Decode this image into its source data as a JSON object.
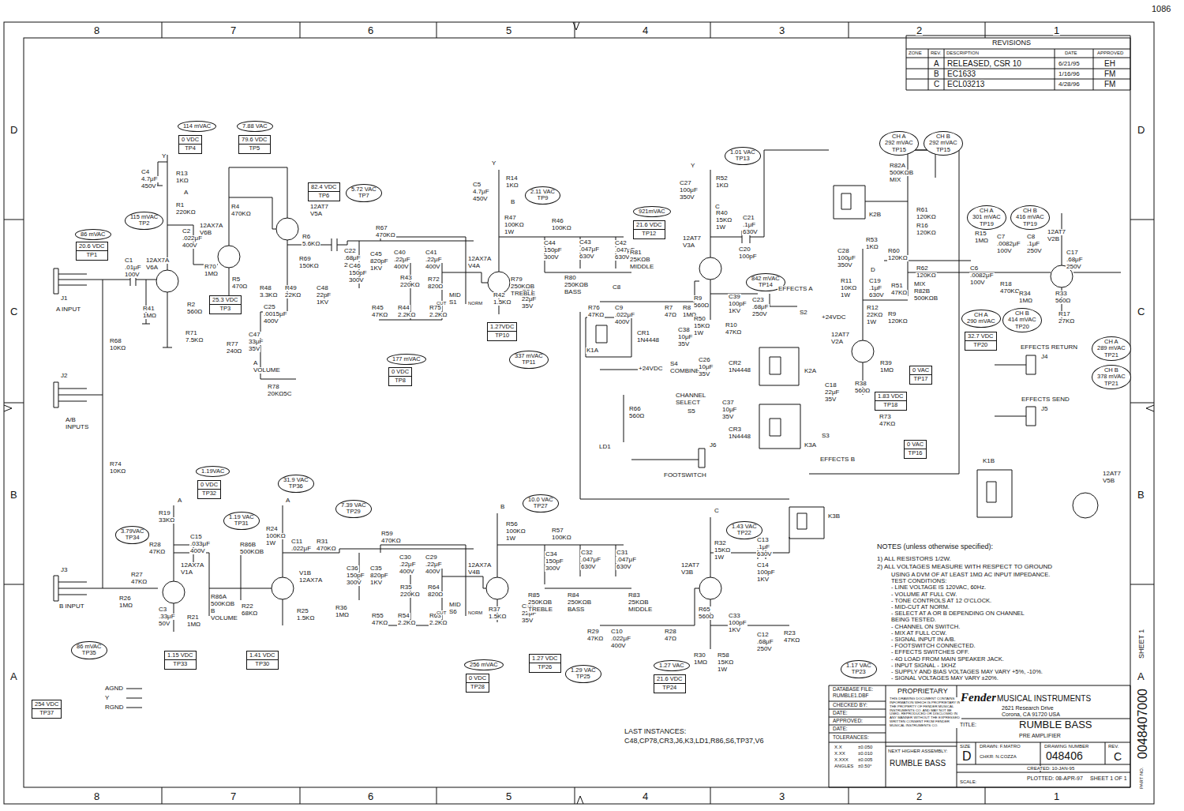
{
  "diagram": {
    "nodes": [
      {
        "text": [
          "114 mVAC"
        ]
      },
      {
        "text": [
          "0 VDC",
          "TP4"
        ]
      },
      {
        "text": [
          "7.88 VAC"
        ]
      },
      {
        "text": [
          "79.6 VDC",
          "TP5"
        ]
      },
      {
        "text": [
          "115 mVAC",
          "TP2"
        ]
      },
      {
        "text": [
          "86 mVAC"
        ]
      },
      {
        "text": [
          "20.6 VDC",
          "TP1"
        ]
      },
      {
        "text": [
          "82.4 VDC",
          "TP6"
        ]
      },
      {
        "text": [
          "5.72 VAC",
          "TP7"
        ]
      },
      {
        "text": [
          "25.3 VDC",
          "TP3"
        ]
      },
      {
        "text": [
          "177 mVAC"
        ]
      },
      {
        "text": [
          "0 VDC",
          "TP8"
        ]
      },
      {
        "text": [
          "2.11 VAC",
          "TP9"
        ]
      },
      {
        "text": [
          "1.27VDC",
          "TP10"
        ]
      },
      {
        "text": [
          "337 mVAC",
          "TP11"
        ]
      },
      {
        "text": [
          "921mVAC"
        ]
      },
      {
        "text": [
          "21.6 VDC",
          "TP12"
        ]
      },
      {
        "text": [
          "1.01 VAC",
          "TP13"
        ]
      },
      {
        "text": [
          "842 mVAC",
          "TP14"
        ]
      },
      {
        "text": [
          "CH A",
          "292 mVAC",
          "TP15"
        ]
      },
      {
        "text": [
          "CH B",
          "292 mVAC",
          "TP15"
        ]
      },
      {
        "text": [
          "CH A",
          "301 mVAC",
          "TP19"
        ]
      },
      {
        "text": [
          "CH B",
          "416 mVAC",
          "TP19"
        ]
      },
      {
        "text": [
          "CH A",
          "290 mVAC"
        ]
      },
      {
        "text": [
          "CH B",
          "414 mVAC",
          "TP20"
        ]
      },
      {
        "text": [
          "32.7 VDC",
          "TP20"
        ]
      },
      {
        "text": [
          "CH A",
          "289 mVAC",
          "TP21"
        ]
      },
      {
        "text": [
          "CH B",
          "378 mVAC",
          "TP21"
        ]
      },
      {
        "text": [
          "0 VAC",
          "TP17"
        ]
      },
      {
        "text": [
          "1.83 VDC",
          "TP18"
        ]
      },
      {
        "text": [
          "0 VAC",
          "TP16"
        ]
      },
      {
        "text": [
          "1.19VAC"
        ]
      },
      {
        "text": [
          "0 VDC",
          "TP32"
        ]
      },
      {
        "text": [
          "1.19 VAC",
          "TP31"
        ]
      },
      {
        "text": [
          "31.9 VAC",
          "TP36"
        ]
      },
      {
        "text": [
          "3.79VAC",
          "TP34"
        ]
      },
      {
        "text": [
          "7.39 VAC",
          "TP29"
        ]
      },
      {
        "text": [
          "10.0 VAC",
          "TP27"
        ]
      },
      {
        "text": [
          "1.43 VAC",
          "TP22"
        ]
      },
      {
        "text": [
          "86 mVAC",
          "TP35"
        ]
      },
      {
        "text": [
          "1.15 VDC",
          "TP33"
        ]
      },
      {
        "text": [
          "1.41 VDC",
          "TP30"
        ]
      },
      {
        "text": [
          "1.27 VDC",
          "TP26"
        ]
      },
      {
        "text": [
          "256 mVAC"
        ]
      },
      {
        "text": [
          "0 VDC",
          "TP28"
        ]
      },
      {
        "text": [
          "1.29 VAC",
          "TP25"
        ]
      },
      {
        "text": [
          "1.27 VAC"
        ]
      },
      {
        "text": [
          "21.6 VDC",
          "TP24"
        ]
      },
      {
        "text": [
          "1.17 VAC",
          "TP23"
        ]
      },
      {
        "text": [
          "254 VDC",
          "TP37"
        ]
      }
    ],
    "labels": [
      "1086",
      "8",
      "7",
      "6",
      "5",
      "4",
      "3",
      "2",
      "1",
      "8",
      "7",
      "6",
      "5",
      "4",
      "3",
      "2",
      "1",
      "D",
      "C",
      "B",
      "A",
      "D",
      "C",
      "B",
      "A",
      "REVISIONS",
      "ZONE",
      "REV.",
      "DESCRIPTION",
      "DATE",
      "APPROVED",
      "A",
      "RELEASED, CSR 10",
      "6/21/95",
      "EH",
      "B",
      "EC1633",
      "1/16/96",
      "FM",
      "C",
      "ECL03213",
      "4/28/96",
      "FM",
      "Y",
      "C4",
      "4.7μF",
      "450V",
      "R13",
      "1KΩ",
      "A",
      "R1",
      "220KΩ",
      "C2",
      ".022μF",
      "400V",
      "12AX7A",
      "V6A",
      "R70",
      "1MΩ",
      "R2",
      "560Ω",
      "R71",
      "7.5KΩ",
      "R41",
      "1MΩ",
      "C1",
      ".01μF",
      "100V",
      "R4",
      "470KΩ",
      "12AX7A",
      "V6B",
      "R5",
      "470Ω",
      "12AT7",
      "V5A",
      "R6",
      "5.6KΩ",
      "R69",
      "150KΩ",
      "R48",
      "3.3KΩ",
      "R49",
      "22KΩ",
      "C48",
      "22pF",
      "1KV",
      "C25",
      ".0015μF",
      "400V",
      "C22",
      ".68μF",
      "250V",
      "C47",
      "33μF",
      "35V",
      "R77",
      "240Ω",
      "A",
      "VOLUME",
      "R78",
      "20KΩ5C",
      "C46",
      "150pF",
      "300V",
      "C45",
      "820pF",
      "1KV",
      "R67",
      "470KΩ",
      "C40",
      ".22μF",
      "400V",
      "C41",
      ".22μF",
      "400V",
      "R43",
      "220KΩ",
      "R72",
      "820Ω",
      "R45",
      "47KΩ",
      "R44",
      "2.2KΩ",
      "R75",
      "2.2KΩ",
      "MID",
      "S1",
      "CUT",
      "NORM",
      "Y",
      "C5",
      "4.7μF",
      "450V",
      "R14",
      "1KΩ",
      "B",
      "R47",
      "100KΩ",
      "1W",
      "12AX7A",
      "V4A",
      "R42",
      "1.5KΩ",
      "C24",
      "22μF",
      "35V",
      "R46",
      "100KΩ",
      "C44",
      "150pF",
      "300V",
      "C43",
      ".047μF",
      "630V",
      "C42",
      ".047μF",
      "630V",
      "R81",
      "25KΩB",
      "MIDDLE",
      "R79",
      "250KΩB",
      "TREBLE",
      "R80",
      "250KΩB",
      "BASS",
      "C8",
      "R76",
      "47KΩ",
      "C9",
      ".022μF",
      "400V",
      "R7",
      "47Ω",
      "R8",
      "1MΩ",
      "K1A",
      "CR1",
      "1N4448",
      "C38",
      "10μF",
      "35V",
      "+24VDC",
      "S4",
      "COMBINE",
      "R66",
      "560Ω",
      "LD1",
      "CHANNEL",
      "SELECT",
      "S5",
      "J6",
      "FOOTSWITCH",
      "Y",
      "C27",
      "100μF",
      "350V",
      "R52",
      "1KΩ",
      "C",
      "R40",
      "15KΩ",
      "1W",
      "12AT7",
      "V3A",
      "C21",
      ".1μF",
      "630V",
      "C20",
      "100pF",
      "R9",
      "560Ω",
      "R50",
      "15KΩ",
      "1W",
      "C39",
      "100pF",
      "1KV",
      "C23",
      ".68μF",
      "250V",
      "R10",
      "47KΩ",
      "C26",
      "10μF",
      "35V",
      "CR2",
      "1N4448",
      "K2A",
      "EFFECTS A",
      "S2",
      "+24VDC",
      "C37",
      "10μF",
      "35V",
      "CR3",
      "1N4448",
      "K3A",
      "S3",
      "EFFECTS B",
      "K2B",
      "R82A",
      "500KΩB",
      "MIX",
      "R61",
      "120KΩ",
      "R16",
      "120KΩ",
      "R60",
      "120KΩ",
      "R62",
      "120KΩ",
      "MIX",
      "R82B",
      "500KΩB",
      "C28",
      "100μF",
      "350V",
      "R53",
      "1KΩ",
      "D",
      "R11",
      "10KΩ",
      "1W",
      "C19",
      ".1μF",
      "630V",
      "R51",
      "47KΩ",
      "R12",
      "22KΩ",
      "1W",
      "R9",
      "120KΩ",
      "12AT7",
      "V2A",
      "R39",
      "1MΩ",
      "C18",
      "22μF",
      "35V",
      "R38",
      "560Ω",
      "R73",
      "47KΩ",
      "R15",
      "1MΩ",
      "C7",
      ".0082μF",
      "100V",
      "C8",
      ".1μF",
      "250V",
      "12AT7",
      "V2B",
      "C6",
      ".0082μF",
      "100V",
      "R18",
      "470KΩ",
      "C17",
      ".68μF",
      "250V",
      "R34",
      "1MΩ",
      "R33",
      "560Ω",
      "R17",
      "27KΩ",
      "EFFECTS RETURN",
      "J4",
      "EFFECTS SEND",
      "J5",
      "K1B",
      "12AT7",
      "V5B",
      "J1",
      "A INPUT",
      "J2",
      "A/B",
      "INPUTS",
      "R68",
      "10KΩ",
      "R74",
      "10KΩ",
      "J3",
      "B INPUT",
      "R26",
      "1MΩ",
      "R27",
      "47KΩ",
      "R19",
      "33KΩ",
      "A",
      "R28",
      "47KΩ",
      "C15",
      ".033μF",
      "400V",
      "12AX7A",
      "V1A",
      "C3",
      ".33μF",
      "50V",
      "R21",
      "1MΩ",
      "R86B",
      "500KΩB",
      "R86A",
      "500KΩB",
      "B",
      "VOLUME",
      "R22",
      "68KΩ",
      "R24",
      "100KΩ",
      "1W",
      "V1B",
      "12AX7A",
      "C11",
      ".022μF",
      "R31",
      "470KΩ",
      "R25",
      "1.5KΩ",
      "R36",
      "1MΩ",
      "A",
      "C36",
      "150pF",
      "300V",
      "C35",
      "820pF",
      "1KV",
      "R59",
      "470KΩ",
      "C30",
      ".22μF",
      "400V",
      "C29",
      ".22μF",
      "400V",
      "R35",
      "220KΩ",
      "R64",
      "820Ω",
      "R55",
      "47KΩ",
      "R54",
      "2.2KΩ",
      "R63",
      "2.2KΩ",
      "MID",
      "S6",
      "CUT",
      "NORM",
      "B",
      "R56",
      "100KΩ",
      "1W",
      "12AX7A",
      "V4B",
      "R37",
      "1.5KΩ",
      "C16",
      "22μF",
      "35V",
      "R57",
      "100KΩ",
      "C34",
      "150pF",
      "300V",
      "C32",
      ".047μF",
      "630V",
      "C31",
      ".047μF",
      "630V",
      "R85",
      "250KΩB",
      "TREBLE",
      "R84",
      "250KΩB",
      "BASS",
      "R83",
      "25KΩB",
      "MIDDLE",
      "R29",
      "47KΩ",
      "C10",
      ".022μF",
      "400V",
      "R28",
      "47Ω",
      "C",
      "R32",
      "15KΩ",
      "1W",
      "C13",
      ".1μF",
      "630V",
      "C14",
      "100pF",
      "1KV",
      "12AT7",
      "V3B",
      "R65",
      "560Ω",
      "C33",
      "100pF",
      "1KV",
      "C12",
      ".68μF",
      "250V",
      "R30",
      "1MΩ",
      "R58",
      "15KΩ",
      "1W",
      "R23",
      "47KΩ",
      "K3B",
      "AGND",
      "Y",
      "RGND",
      "LAST INSTANCES:",
      "C48,CP78,CR3,J6,K3,LD1,R86,S6,TP37,V6",
      "NOTES (unless otherwise specified):",
      "1)  ALL RESISTORS 1/2W.",
      "2)  ALL VOLTAGES MEASURE WITH RESPECT TO GROUND",
      "USING A DVM OF AT LEAST 1MΩ AC INPUT IMPEDANCE.",
      "TEST CONDITIONS:",
      "- LINE VOLTAGE IS 120VAC, 60Hz.",
      "- VOLUME AT FULL CW.",
      "- TONE CONTROLS AT 12 O'CLOCK.",
      "- MID-CUT AT NORM.",
      "- SELECT AT A OR B DEPENDING ON CHANNEL",
      "  BEING TESTED.",
      "- CHANNEL ON SWITCH.",
      "- MIX AT FULL CCW.",
      "- SIGNAL INPUT IN A/B.",
      "- FOOTSWITCH CONNECTED.",
      "- EFFECTS SWITCHES OFF.",
      "- 4Ω LOAD FROM MAIN SPEAKER JACK.",
      "- INPUT SIGNAL - 1KHZ",
      "- SUPPLY AND BIAS VOLTAGES MAY VARY +5%, -10%.",
      "- SIGNAL VOLTAGES MAY VARY ±20%.",
      "DATABASE FILE:",
      "RUMBLE1.DBF",
      "CHECKED BY:",
      "DATE:",
      "APPROVED:",
      "DATE:",
      "TOLERANCES:",
      "X.X",
      "X.XX",
      "X.XXX",
      "ANGLES",
      "±0.050",
      "±0.010",
      "±0.005",
      "±0.50°",
      "PROPRIETARY",
      "THIS DRAWING DOCUMENT CONTAINS INFORMATION WHICH IS PROPRIETARY IN THE PROPERTY OF FENDER MUSICAL INSTRUMENTS CO. AND MAY NOT BE USED, REPRODUCED OR DISCLOSED IN ANY MANNER WITHOUT THE EXPRESSED WRITTEN CONSENT FROM FENDER MUSICAL INSTRUMENTS CO.",
      "NEXT HIGHER ASSEMBLY:",
      "RUMBLE BASS",
      "Fender",
      "MUSICAL INSTRUMENTS",
      "2621 Research Drive",
      "Corona, CA 91720 USA",
      "TITLE:",
      "RUMBLE BASS",
      "PRE AMPLIFIER",
      "SIZE",
      "D",
      "DRAWN: F.MATRO",
      "CHKR: N.COZZA",
      "DRAWING NUMBER",
      "048406",
      "REV.",
      "C",
      "SCALE:",
      "CREATED: 10-JAN-95",
      "PLOTTED: 08-APR-97",
      "SHEET 1 OF 1",
      "SHEET 1",
      "PART NO.",
      "0048407000"
    ]
  }
}
